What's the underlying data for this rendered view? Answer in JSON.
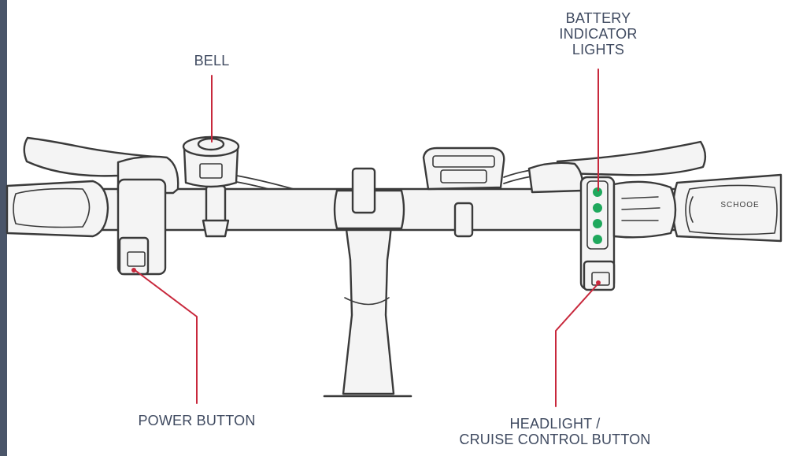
{
  "colors": {
    "frame": "#4a5569",
    "label_text": "#3f4a60",
    "callout_line": "#c8283c",
    "battery_led": "#1fa85c",
    "outline": "#3a3a3a",
    "fill": "#f4f4f4"
  },
  "grip_brand": "SCHOOE",
  "labels": {
    "bell": "BELL",
    "battery_line1": "BATTERY",
    "battery_line2": "INDICATOR",
    "battery_line3": "LIGHTS",
    "power": "POWER BUTTON",
    "headlight_line1": "HEADLIGHT /",
    "headlight_line2": "CRUISE CONTROL BUTTON"
  },
  "battery_led_count": 4
}
